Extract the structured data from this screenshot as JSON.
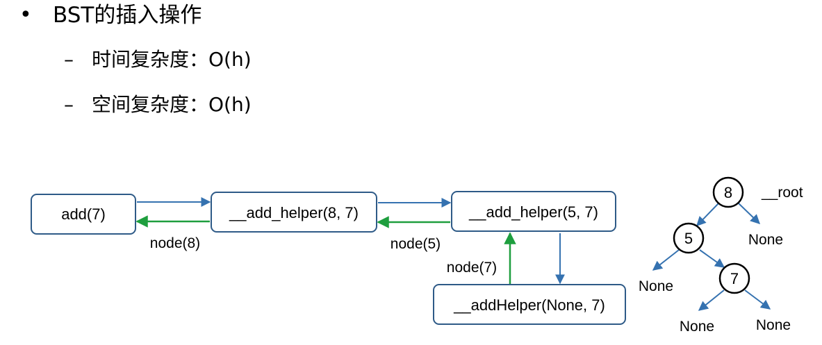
{
  "slide": {
    "bullet": "•",
    "title": "BST的插入操作",
    "dash": "–",
    "items": [
      {
        "label": "时间复杂度：O(h)"
      },
      {
        "label": "空间复杂度：O(h)"
      }
    ]
  },
  "call_chain": {
    "boxes": {
      "add": "add(7)",
      "helper_8": "__add_helper(8, 7)",
      "helper_5": "__add_helper(5, 7)",
      "helper_none": "__addHelper(None, 7)"
    },
    "returns": {
      "node_8": "node(8)",
      "node_5": "node(5)",
      "node_7": "node(7)"
    }
  },
  "tree": {
    "root_label": "__root",
    "nodes": {
      "n8": "8",
      "n5": "5",
      "n7": "7"
    },
    "none_label": "None"
  },
  "colors": {
    "box_border": "#2e5a87",
    "call_arrow": "#3572b0",
    "return_arrow": "#1e9e3e"
  }
}
